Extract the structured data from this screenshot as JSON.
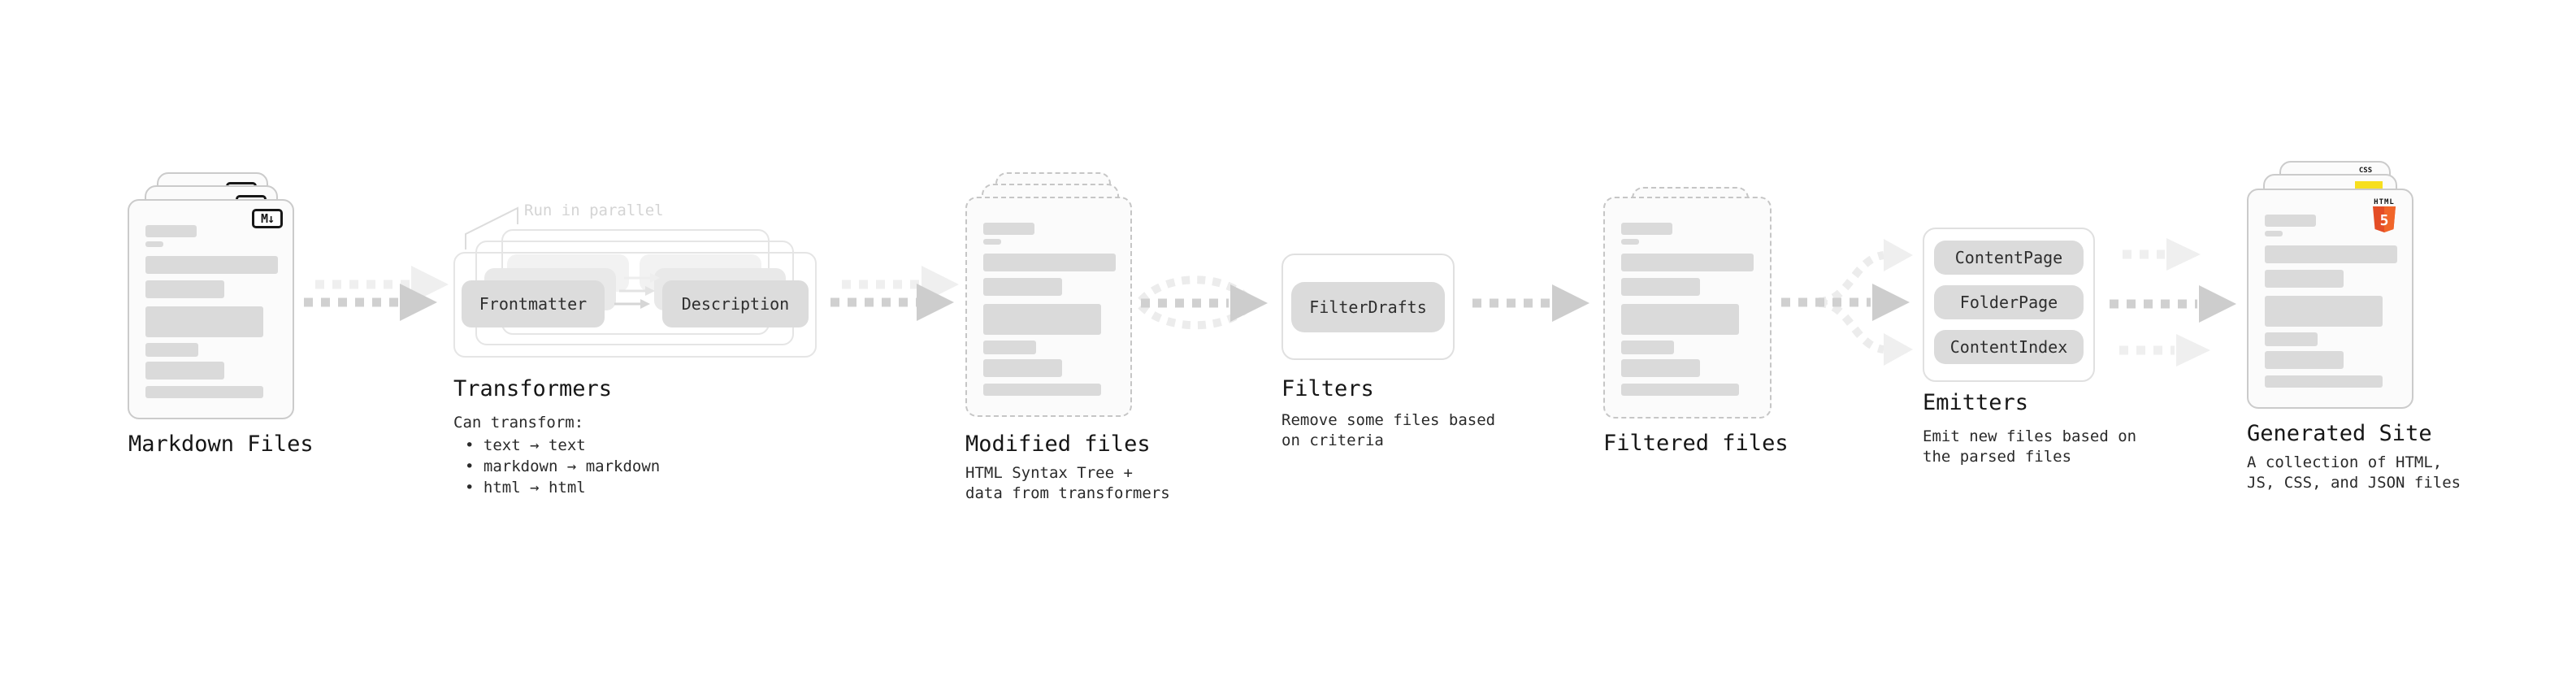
{
  "stages": {
    "markdown_files": {
      "title": "Markdown Files"
    },
    "transformers": {
      "title": "Transformers",
      "note": "Run in parallel",
      "input_box": "Frontmatter",
      "output_box": "Description",
      "caption_heading": "Can transform:",
      "bullets": [
        "• text → text",
        "• markdown → markdown",
        "• html → html"
      ]
    },
    "modified_files": {
      "title": "Modified files",
      "caption": "HTML Syntax Tree +\ndata from transformers"
    },
    "filters": {
      "title": "Filters",
      "box": "FilterDrafts",
      "caption": "Remove some files based\non criteria"
    },
    "filtered_files": {
      "title": "Filtered files"
    },
    "emitters": {
      "title": "Emitters",
      "boxes": [
        "ContentPage",
        "FolderPage",
        "ContentIndex"
      ],
      "caption": "Emit new files based on\nthe parsed files"
    },
    "generated_site": {
      "title": "Generated Site",
      "caption": "A collection of HTML,\nJS, CSS, and JSON files"
    }
  },
  "icons": {
    "markdown_badge": "M↓",
    "css_label": "CSS",
    "html_label": "HTML",
    "html5_number": "5"
  },
  "colors": {
    "html5_orange": "#e44d26",
    "html5_orange_light": "#f16529",
    "js_yellow": "#f7df1e",
    "css_blue": "#2962ff",
    "arrow_gray": "#d0d0d0",
    "arrow_light": "#ececec",
    "box_gray": "#dcdcdc"
  },
  "skeleton": {
    "bars": [
      {
        "w": 63,
        "h": 15,
        "mt": 0
      },
      {
        "w": 22,
        "h": 7,
        "mt": 5
      },
      {
        "w": 163,
        "h": 22,
        "mt": 11
      },
      {
        "w": 97,
        "h": 22,
        "mt": 8
      },
      {
        "w": 145,
        "h": 38,
        "mt": 10
      },
      {
        "w": 65,
        "h": 17,
        "mt": 7
      },
      {
        "w": 97,
        "h": 22,
        "mt": 6
      },
      {
        "w": 145,
        "h": 15,
        "mt": 8
      }
    ]
  }
}
